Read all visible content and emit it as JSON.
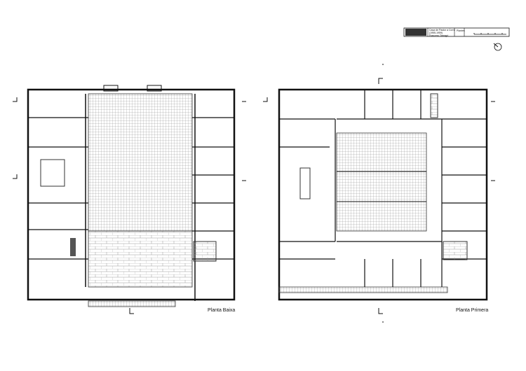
{
  "title_block": {
    "project_lines": [
      "Casa de Pastor a Corró",
      "(1955-1959)",
      "Francesc Tarragó"
    ],
    "sheet_label": "Plantes"
  },
  "plans": [
    {
      "label": "Planta Baixa"
    },
    {
      "label": "Planta Primera"
    }
  ],
  "colors": {
    "line": "#111111",
    "grid": "#8a8a8a"
  },
  "icons": [
    "north-arrow-icon",
    "section-marker-icon",
    "scale-bar-icon"
  ]
}
